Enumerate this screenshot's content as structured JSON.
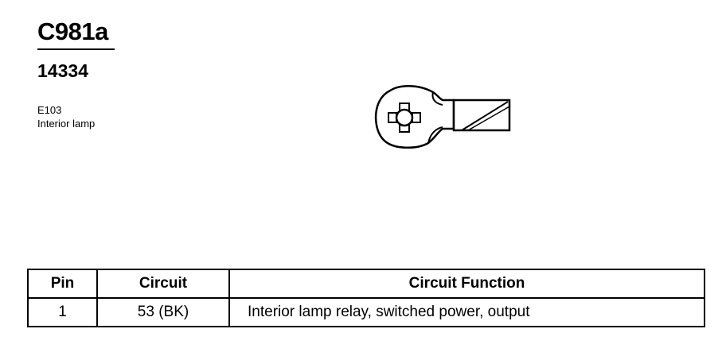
{
  "connector": {
    "id": "C981a",
    "part_number": "14334",
    "location_code": "E103",
    "description": "Interior lamp"
  },
  "terminal_icon": "single-pin-ring-terminal-icon",
  "table": {
    "headers": {
      "pin": "Pin",
      "circuit": "Circuit",
      "function": "Circuit Function"
    },
    "rows": [
      {
        "pin": "1",
        "circuit": "53 (BK)",
        "function": "Interior lamp relay, switched power, output"
      }
    ]
  }
}
